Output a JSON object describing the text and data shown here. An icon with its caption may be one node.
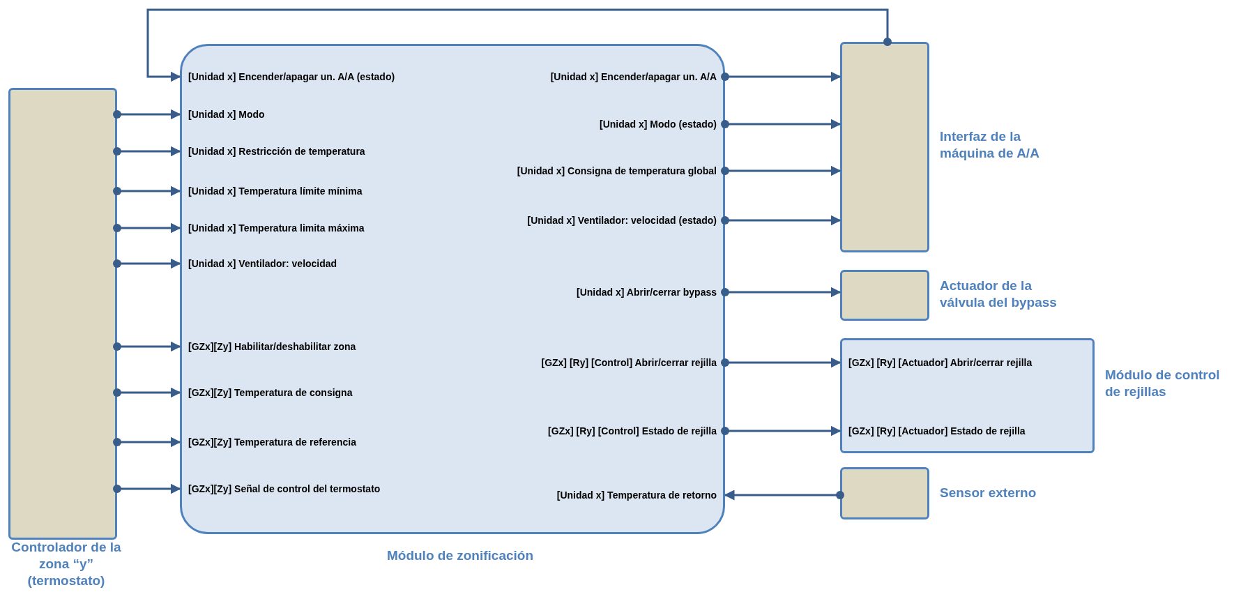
{
  "diagram": {
    "nodes": [
      {
        "text": [
          "Controlador de la zona “y” (termostato)"
        ]
      },
      {
        "text": [
          "Módulo de zonificación"
        ]
      },
      {
        "text": [
          "[Unidad x] Encender/apagar un. A/A (estado)"
        ],
        "in": 1
      },
      {
        "text": [
          "[Unidad x] Modo"
        ],
        "in": 1
      },
      {
        "text": [
          "[Unidad x] Restricción de temperatura"
        ],
        "in": 1
      },
      {
        "text": [
          "[Unidad x] Temperatura límite mínima"
        ],
        "in": 1
      },
      {
        "text": [
          "[Unidad x] Temperatura limita máxima"
        ],
        "in": 1
      },
      {
        "text": [
          "[Unidad x] Ventilador: velocidad"
        ],
        "in": 1
      },
      {
        "text": [
          "[GZx][Zy] Habilitar/deshabilitar zona"
        ],
        "in": 1
      },
      {
        "text": [
          "[GZx][Zy] Temperatura de consigna"
        ],
        "in": 1
      },
      {
        "text": [
          "[GZx][Zy] Temperatura de referencia"
        ],
        "in": 1
      },
      {
        "text": [
          "[GZx][Zy] Señal de control del termostato"
        ],
        "in": 1
      },
      {
        "text": [
          "[Unidad x] Encender/apagar un. A/A"
        ],
        "in": 1
      },
      {
        "text": [
          "[Unidad x] Modo (estado)"
        ],
        "in": 1
      },
      {
        "text": [
          "[Unidad x] Consigna de temperatura global"
        ],
        "in": 1
      },
      {
        "text": [
          "[Unidad x] Ventilador: velocidad (estado)"
        ],
        "in": 1
      },
      {
        "text": [
          "[Unidad x] Abrir/cerrar bypass"
        ],
        "in": 1
      },
      {
        "text": [
          "[GZx] [Ry] [Control] Abrir/cerrar rejilla"
        ],
        "in": 1
      },
      {
        "text": [
          "[GZx] [Ry] [Control] Estado de rejilla"
        ],
        "in": 1
      },
      {
        "text": [
          "[Unidad x] Temperatura de retorno"
        ],
        "in": 1
      },
      {
        "text": [
          "Interfaz de la máquina de A/A"
        ]
      },
      {
        "text": [
          "Actuador de la válvula del bypass"
        ]
      },
      {
        "text": [
          "Módulo de control de rejillas"
        ]
      },
      {
        "text": [
          "[GZx] [Ry] [Actuador] Abrir/cerrar rejilla"
        ],
        "in": 22
      },
      {
        "text": [
          "[GZx] [Ry] [Actuador] Estado de rejilla"
        ],
        "in": 22
      },
      {
        "text": [
          "Sensor externo"
        ]
      }
    ],
    "edges": [
      {
        "from": 0,
        "to": 3,
        "arrow": "to"
      },
      {
        "from": 0,
        "to": 4,
        "arrow": "to"
      },
      {
        "from": 0,
        "to": 5,
        "arrow": "to"
      },
      {
        "from": 0,
        "to": 6,
        "arrow": "to"
      },
      {
        "from": 0,
        "to": 7,
        "arrow": "to"
      },
      {
        "from": 0,
        "to": 8,
        "arrow": "to"
      },
      {
        "from": 0,
        "to": 9,
        "arrow": "to"
      },
      {
        "from": 0,
        "to": 10,
        "arrow": "to"
      },
      {
        "from": 0,
        "to": 11,
        "arrow": "to"
      },
      {
        "from": 20,
        "to": 2,
        "arrow": "to"
      },
      {
        "from": 12,
        "to": 20,
        "arrow": "to"
      },
      {
        "from": 13,
        "to": 20,
        "arrow": "to"
      },
      {
        "from": 14,
        "to": 20,
        "arrow": "to"
      },
      {
        "from": 15,
        "to": 20,
        "arrow": "to"
      },
      {
        "from": 16,
        "to": 21,
        "arrow": "to"
      },
      {
        "from": 17,
        "to": 23,
        "arrow": "to"
      },
      {
        "from": 18,
        "to": 24,
        "arrow": "to"
      },
      {
        "from": 25,
        "to": 19,
        "arrow": "to"
      }
    ]
  }
}
